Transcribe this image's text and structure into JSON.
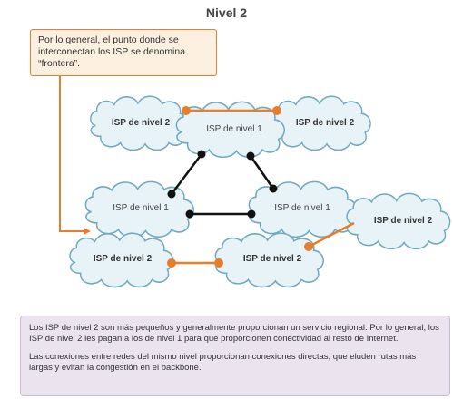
{
  "title": "Nivel 2",
  "callout": "Por lo general, el punto donde se interconectan los ISP se denomina “frontera”.",
  "clouds": {
    "tier2_top_left": "ISP de nivel 2",
    "tier1_top": "ISP de nivel 1",
    "tier2_top_right": "ISP de nivel 2",
    "tier1_left": "ISP de nivel 1",
    "tier1_right": "ISP de nivel 1",
    "tier2_far_right": "ISP de nivel 2",
    "tier2_bottom_left": "ISP de nivel 2",
    "tier2_bottom_mid": "ISP de nivel 2"
  },
  "info": {
    "paragraph1": "Los ISP de nivel 2 son más pequeños y generalmente proporcionan un servicio regional. Por lo general, los ISP de nivel 2 les pagan a los de nivel 1 para que proporcionen conectividad al resto de Internet.",
    "paragraph2": "Las conexiones entre redes del mismo nivel proporcionan conexiones directas, que eluden rutas más largas y evitan la congestión en el backbone."
  },
  "colors": {
    "cloud_fill": "#e7f3f7",
    "cloud_stroke": "#6fa9bf",
    "tier1_link": "#111111",
    "tier2_link": "#e87d2c",
    "callout_border": "#e87d2c",
    "info_bg": "#ebe4ef"
  }
}
